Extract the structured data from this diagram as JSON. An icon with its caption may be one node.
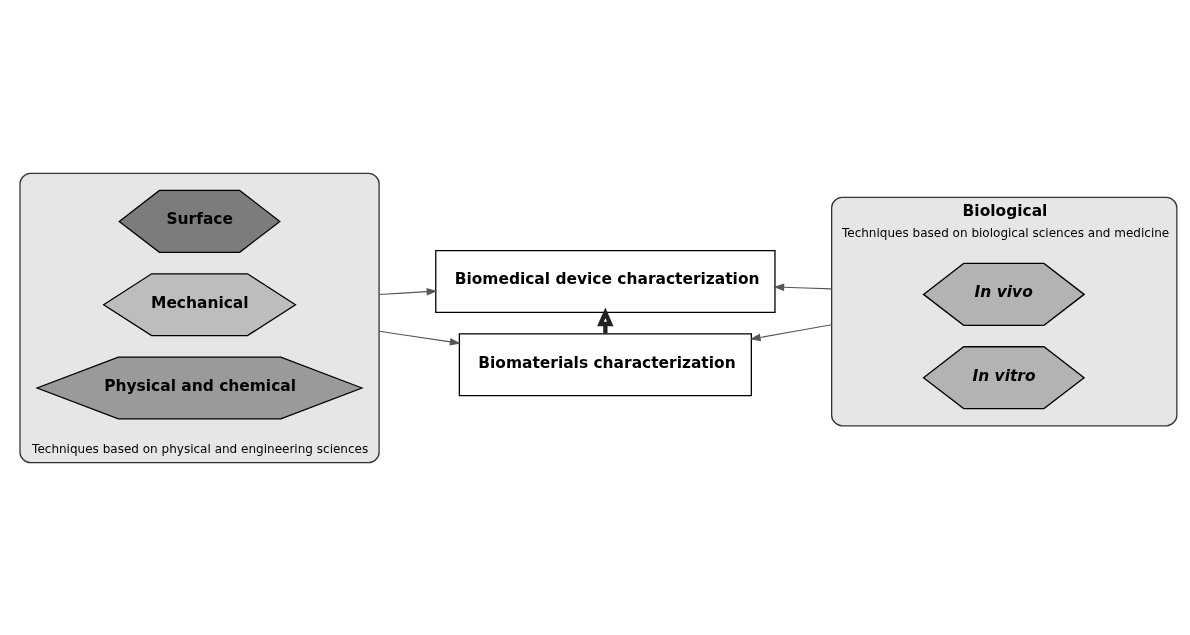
{
  "diagram": {
    "nodes": [
      {
        "text": [
          "Techniques based on physical and engineering sciences"
        ]
      },
      {
        "text": [
          "Physical and chemical"
        ],
        "in": 0
      },
      {
        "text": [
          "Mechanical"
        ],
        "in": 0
      },
      {
        "text": [
          "Surface"
        ],
        "in": 0
      },
      {
        "text": [
          "Biomedical device characterization"
        ]
      },
      {
        "text": [
          "Biomaterials characterization"
        ]
      },
      {
        "text": [
          "Biological",
          "Techniques based on biological sciences and medicine"
        ]
      },
      {
        "text": [
          "In vitro"
        ],
        "in": 6
      },
      {
        "text": [
          "In vivo"
        ],
        "in": 6
      }
    ],
    "edges": [
      {
        "from": 0,
        "to": 4,
        "arrow": "to"
      },
      {
        "from": 0,
        "to": 5,
        "arrow": "to"
      },
      {
        "from": 6,
        "to": 4,
        "arrow": "to"
      },
      {
        "from": 6,
        "to": 5,
        "arrow": "to"
      },
      {
        "from": 5,
        "to": 4,
        "arrow": "to",
        "style": "thick"
      }
    ]
  }
}
